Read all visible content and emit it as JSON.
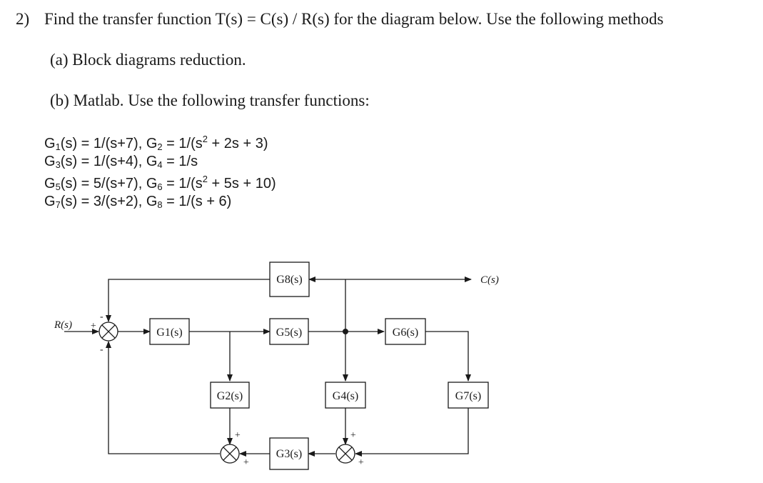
{
  "question": {
    "number": "2)",
    "prompt": "Find the transfer function T(s) = C(s) / R(s) for the diagram below. Use the following methods",
    "part_a": "(a)  Block diagrams reduction.",
    "part_b": "(b)  Matlab. Use the following transfer functions:"
  },
  "transfer_functions": [
    {
      "parts": [
        "G",
        "1",
        "(s) = 1/(s+7), G",
        "2",
        " = 1/(s",
        "2",
        " + 2s + 3)"
      ]
    },
    {
      "parts": [
        "G",
        "3",
        "(s) = 1/(s+4), G",
        "4",
        " = 1/s"
      ]
    },
    {
      "parts": [
        "G",
        "5",
        "(s) = 5/(s+7), G",
        "6",
        " = 1/(s",
        "2",
        " + 5s + 10)"
      ]
    },
    {
      "parts": [
        "G",
        "7",
        "(s) = 3/(s+2), G",
        "8",
        " = 1/(s + 6)"
      ]
    }
  ],
  "diagram": {
    "input_label": "R(s)",
    "output_label": "C(s)",
    "blocks": {
      "g1": "G1(s)",
      "g2": "G2(s)",
      "g3": "G3(s)",
      "g4": "G4(s)",
      "g5": "G5(s)",
      "g6": "G6(s)",
      "g7": "G7(s)",
      "g8": "G8(s)"
    },
    "signs": {
      "sum1_left": "+",
      "sum1_top": "-",
      "sum1_bottom": "-",
      "sum2_top": "+",
      "sum2_bottom": "+",
      "sum3_top": "+",
      "sum3_bottom": "+"
    }
  }
}
